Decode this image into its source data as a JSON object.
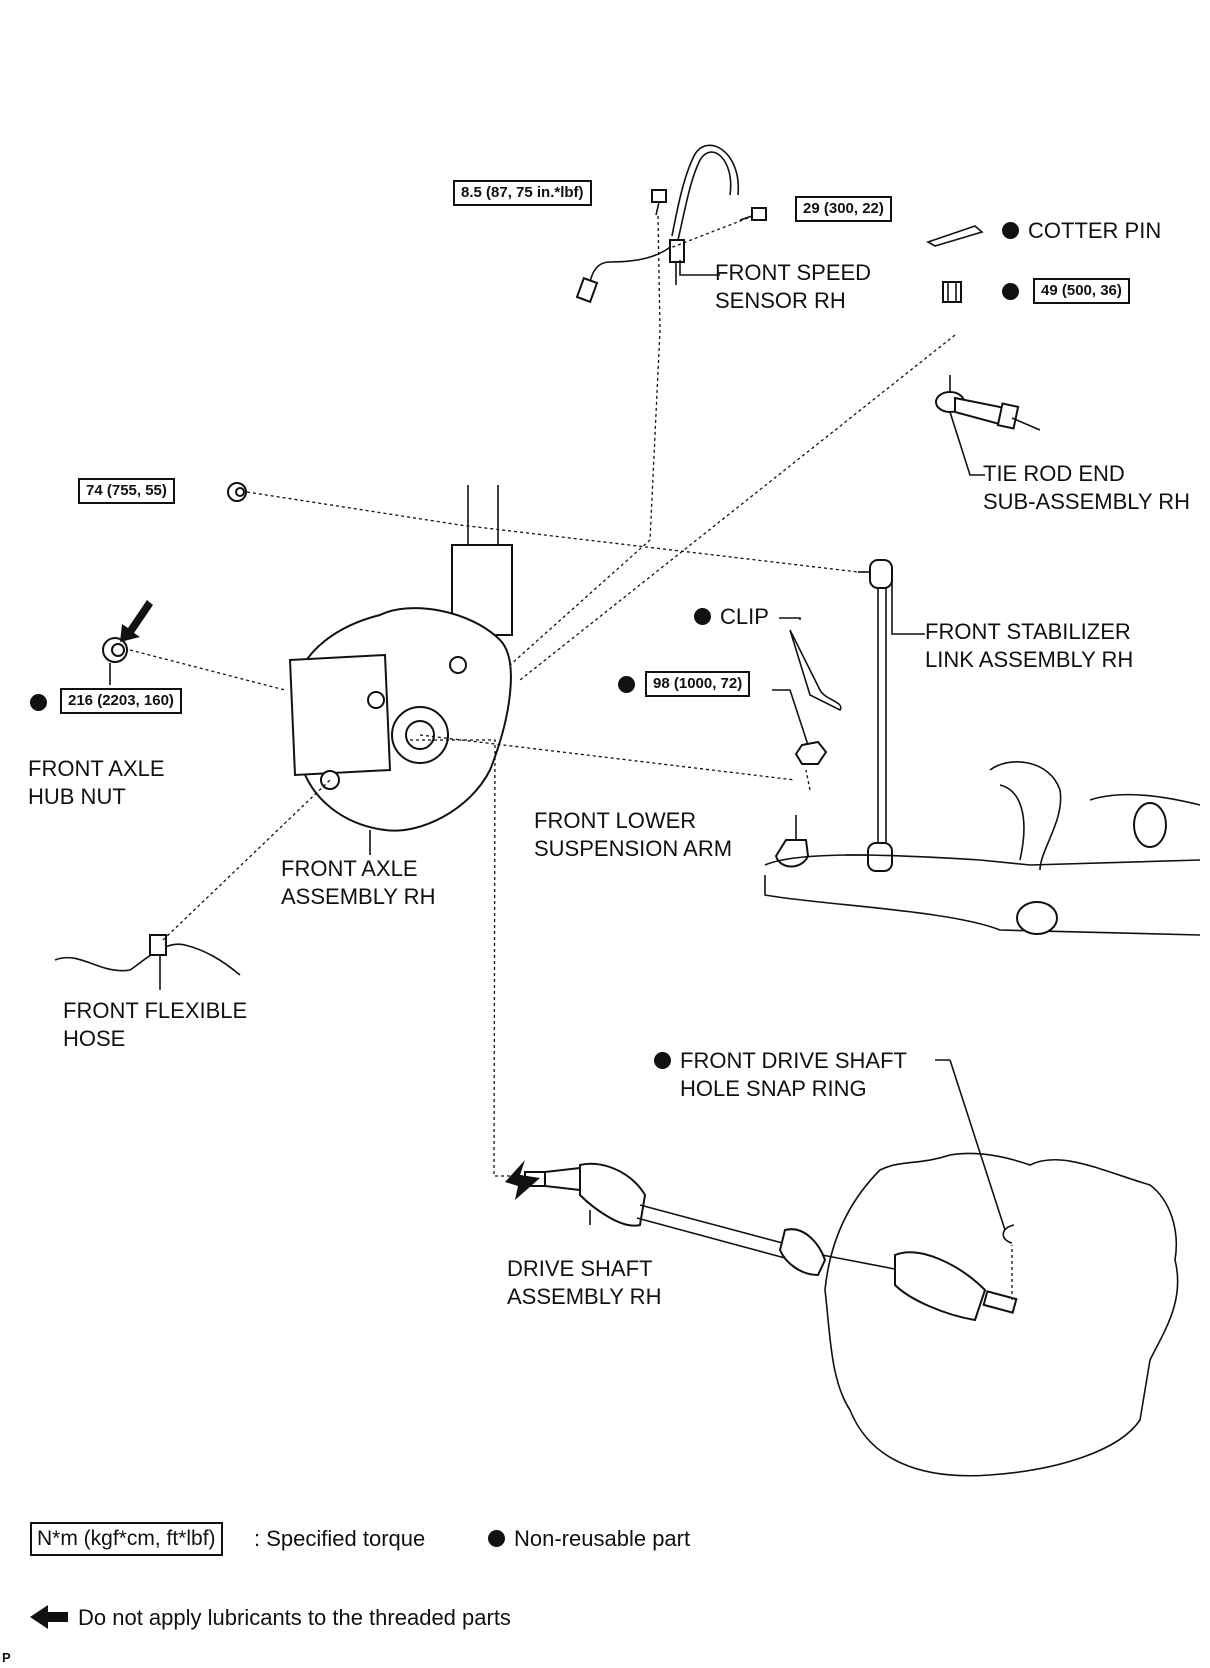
{
  "parts": {
    "cotter_pin": "COTTER PIN",
    "front_speed_sensor": [
      "FRONT SPEED",
      "SENSOR RH"
    ],
    "tie_rod_end": [
      "TIE ROD END",
      "SUB-ASSEMBLY RH"
    ],
    "front_stabilizer_link": [
      "FRONT STABILIZER",
      "LINK ASSEMBLY RH"
    ],
    "clip": "CLIP",
    "front_axle_hub_nut": [
      "FRONT AXLE",
      "HUB NUT"
    ],
    "front_axle_assembly": [
      "FRONT AXLE",
      "ASSEMBLY RH"
    ],
    "front_lower_suspension_arm": [
      "FRONT LOWER",
      "SUSPENSION ARM"
    ],
    "front_flexible_hose": [
      "FRONT FLEXIBLE",
      "HOSE"
    ],
    "front_drive_shaft_snap_ring": [
      "FRONT DRIVE SHAFT",
      "HOLE SNAP RING"
    ],
    "drive_shaft_assembly": [
      "DRIVE SHAFT",
      "ASSEMBLY RH"
    ]
  },
  "torques": {
    "speed_sensor_bolt": "8.5 (87, 75 in.*lbf)",
    "speed_sensor_bracket_bolt": "29 (300, 22)",
    "tie_rod_nut": "49 (500, 36)",
    "stabilizer_link_nut": "74 (755, 55)",
    "hub_nut": "216 (2203, 160)",
    "lower_arm_nut": "98 (1000, 72)"
  },
  "legend": {
    "torque_unit": "N*m (kgf*cm, ft*lbf)",
    "torque_desc": ": Specified torque",
    "non_reusable": "Non-reusable part",
    "arrow_note": "Do not apply lubricants to the threaded parts"
  },
  "corner_mark": "P",
  "colors": {
    "ink": "#111111",
    "background": "#ffffff"
  }
}
